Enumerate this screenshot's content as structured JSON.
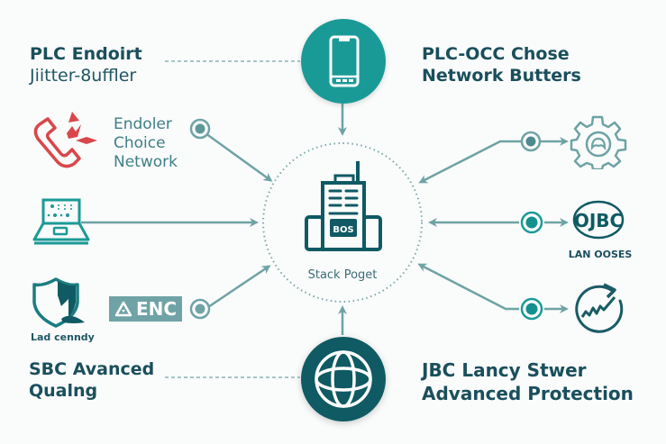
{
  "nodes": {
    "top_left": {
      "title": "PLC Endoirt",
      "subtitle": "Jiitter-8uffler"
    },
    "top_right": {
      "line1": "PLC-OCC Chose",
      "line2": "Network Butters"
    },
    "left_1": {
      "line1": "Endoler",
      "line2": "Choice",
      "line3": "Network"
    },
    "left_3": {
      "caption": "Lad cenndy",
      "badge": "ENC"
    },
    "bottom_left": {
      "line1": "SBC Avanced",
      "line2": "Qualng"
    },
    "bottom_right": {
      "line1": "JBC Lancy Stwer",
      "line2": "Advanced Protection"
    },
    "right_2": {
      "logo": "OJBC",
      "caption": "LAN OOSES"
    }
  },
  "center": {
    "badge": "BOS",
    "caption": "Stack Poget"
  },
  "icons": {
    "top": "smartphone-icon",
    "bottom": "globe-icon",
    "center": "building-icon",
    "left_1": "phone-alert-icon",
    "left_2": "laptop-icon",
    "left_3": "shield-icon",
    "right_1": "gear-icon",
    "right_2": "jbc-logo-icon",
    "right_3": "trend-refresh-icon"
  },
  "colors": {
    "teal": "#1a9a96",
    "dark_teal": "#0f5a63",
    "connector": "#6fa3a5",
    "alert_red": "#d9474a"
  }
}
